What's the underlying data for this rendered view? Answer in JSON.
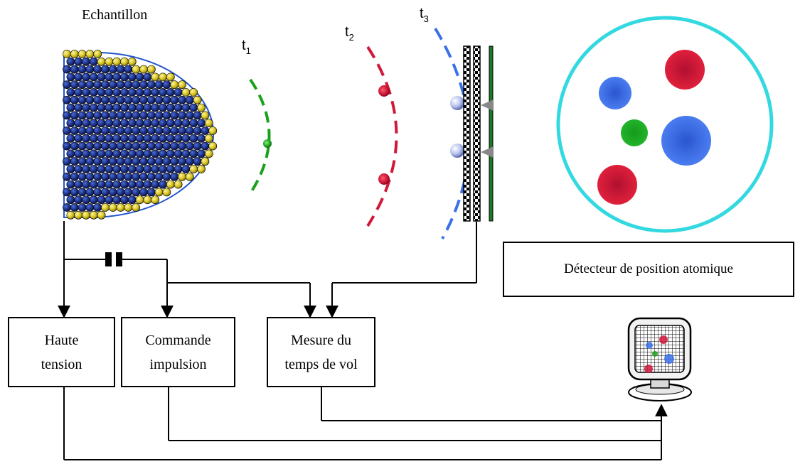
{
  "sample": {
    "label": "Echantillon"
  },
  "times": [
    {
      "base": "t",
      "sub": "1"
    },
    {
      "base": "t",
      "sub": "2"
    },
    {
      "base": "t",
      "sub": "3"
    }
  ],
  "detector": {
    "label": "Détecteur de position atomique"
  },
  "boxes": {
    "high_voltage": {
      "line1": "Haute",
      "line2": "tension"
    },
    "pulse_control": {
      "line1": "Commande",
      "line2": "impulsion"
    },
    "tof": {
      "line1": "Mesure du",
      "line2": "temps de vol"
    }
  },
  "colors": {
    "sample_atom": "#1a2f7a",
    "surface_atom": "#d8c828",
    "outline": "#2255cc",
    "green": "#1aa01a",
    "red": "#d0183a",
    "blue": "#3a70e8",
    "cyan_ring": "#33d9e0"
  }
}
